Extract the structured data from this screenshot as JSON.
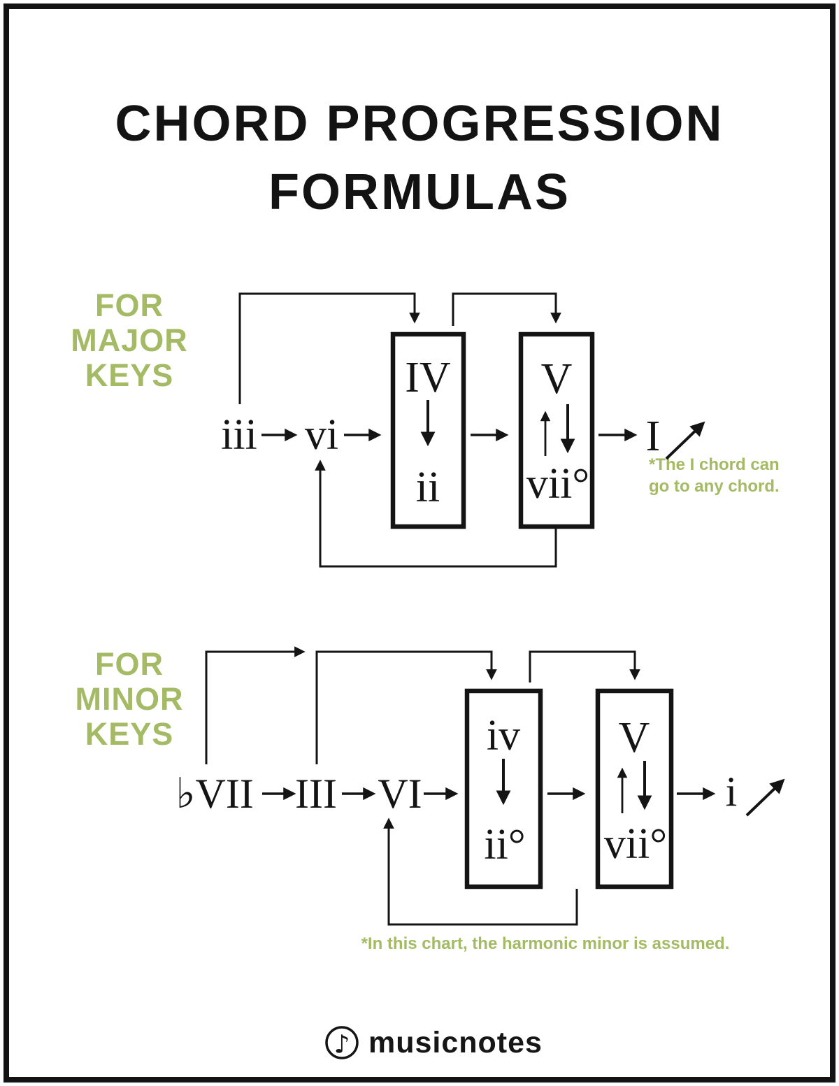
{
  "page": {
    "title_line1": "CHORD PROGRESSION",
    "title_line2": "FORMULAS"
  },
  "colors": {
    "accent_green": "#a4ba64",
    "ink": "#141414"
  },
  "icons": {
    "logo": "eighth-note-icon",
    "logo_glyph": "♪",
    "box_arrow_down": "down-arrow",
    "box_arrow_up": "up-arrow"
  },
  "major_section": {
    "label_line1": "FOR",
    "label_line2": "MAJOR",
    "label_line3": "KEYS",
    "node_iii": "iii",
    "node_vi": "vi",
    "box1_top": "IV",
    "box1_bottom": "ii",
    "box2_top": "V",
    "box2_bottom": "vii°",
    "end_node": "I",
    "note_line1": "*The I chord can",
    "note_line2": "go to any chord."
  },
  "minor_section": {
    "label_line1": "FOR",
    "label_line2": "MINOR",
    "label_line3": "KEYS",
    "node_bvii": "♭VII",
    "node_iii": "III",
    "node_vi": "VI",
    "box1_top": "iv",
    "box1_bottom": "ii°",
    "box2_top": "V",
    "box2_bottom": "vii°",
    "end_node": "i",
    "note": "*In this chart, the harmonic minor is assumed."
  },
  "footer": {
    "brand": "musicnotes"
  }
}
